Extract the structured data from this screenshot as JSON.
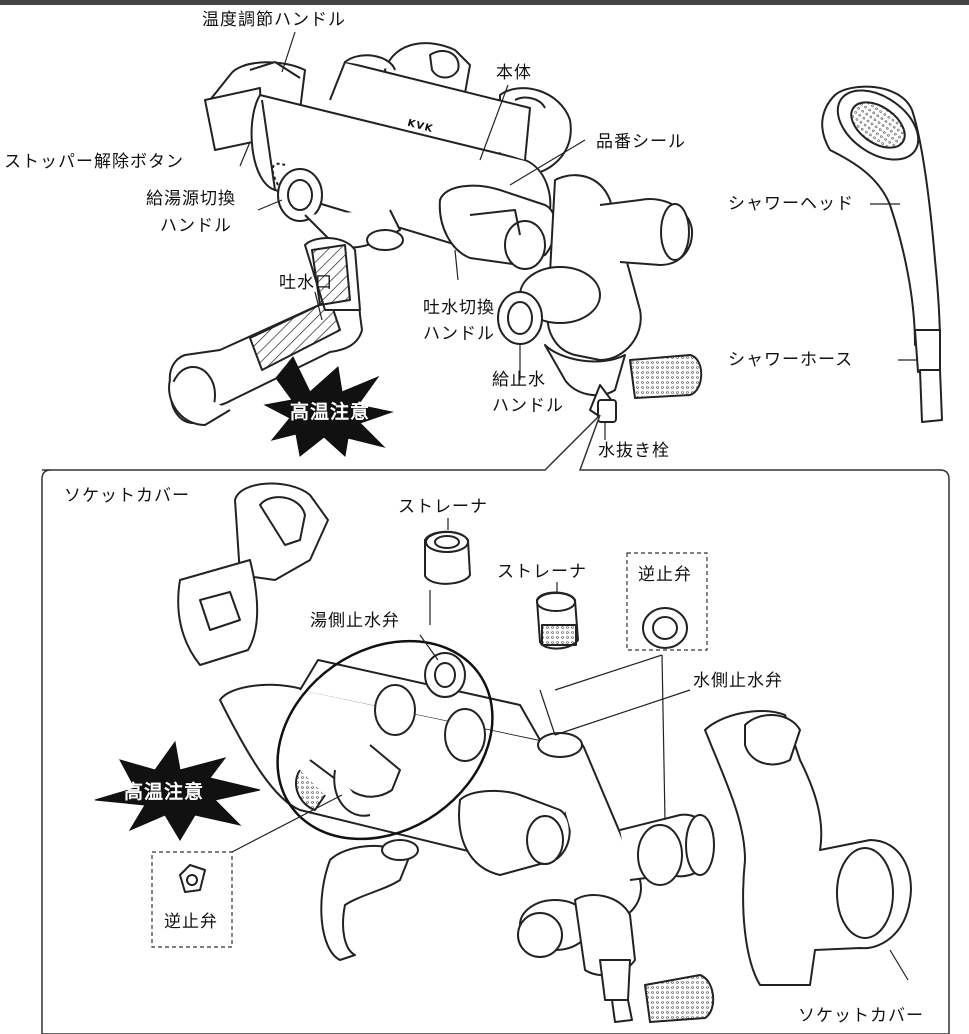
{
  "labels": {
    "temp_handle": "温度調節ハンドル",
    "body": "本体",
    "serial_sticker": "品番シール",
    "stopper_button": "ストッパー解除ボタン",
    "hot_source_handle_l1": "給湯源切換",
    "hot_source_handle_l2": "ハンドル",
    "shower_head": "シャワーヘッド",
    "spout": "吐水口",
    "outlet_handle_l1": "吐水切換",
    "outlet_handle_l2": "ハンドル",
    "shower_hose": "シャワーホース",
    "supply_handle_l1": "給止水",
    "supply_handle_l2": "ハンドル",
    "drain_plug": "水抜き栓",
    "socket_cover_top": "ソケットカバー",
    "strainer_1": "ストレーナ",
    "strainer_2": "ストレーナ",
    "check_valve_right": "逆止弁",
    "hot_stop_valve": "湯側止水弁",
    "cold_stop_valve": "水側止水弁",
    "check_valve_left": "逆止弁",
    "socket_cover_bottom": "ソケットカバー",
    "brand_mark": "KVK"
  },
  "warnings": {
    "hot_top": "高温注意",
    "hot_bottom": "高温注意"
  }
}
